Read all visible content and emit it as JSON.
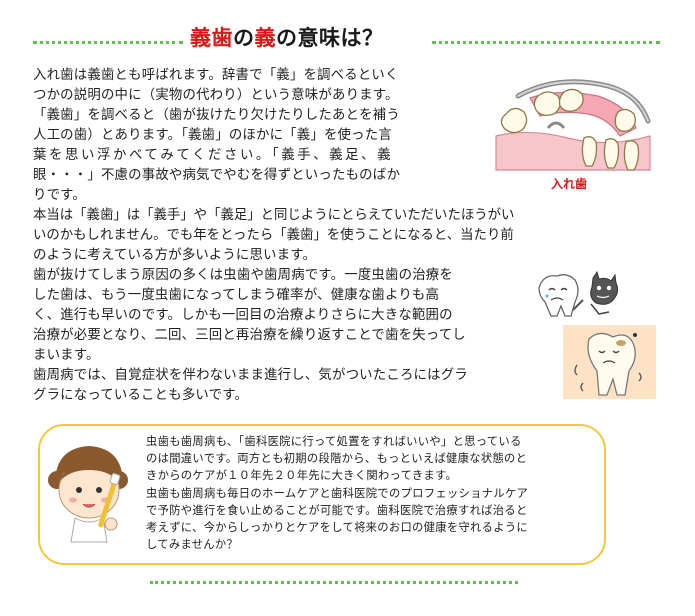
{
  "title": {
    "part1": "義歯",
    "part2": "の",
    "part3": "義",
    "part4": "の意味は？"
  },
  "main_lines": [
    "入れ歯は義歯とも呼ばれます。辞書で「義」を調べるといく",
    "つかの説明の中に（実物の代わり）という意味があります。",
    "「義歯」を調べると（歯が抜けたり欠けたりしたあとを補う",
    "人工の歯）とあります。「義歯」のほかに「義」を使った言",
    "葉を思い浮かべてみてください。「義手、義足、義",
    "眼・・・」不慮の事故や病気でやむを得ずといったものばか",
    "りです。",
    "本当は「義歯」は「義手」や「義足」と同じようにとらえていただいたほうがい",
    "いのかもしれません。でも年をとったら「義歯」を使うことになると、当たり前",
    "のように考えている方が多いように思います。",
    "歯が抜けてしまう原因の多くは虫歯や歯周病です。一度虫歯の治療を",
    "した歯は、もう一度虫歯になってしまう確率が、健康な歯よりも高",
    "く、進行も早いのです。しかも一回目の治療よりさらに大きな範囲の",
    "治療が必要となり、二回、三回と再治療を繰り返すことで歯を失ってし",
    "まいます。",
    "歯周病では、自覚症状を伴わないまま進行し、気がついたころにはグラ",
    "グラになっていることも多いです。"
  ],
  "denture_caption": "入れ歯",
  "note_lines": [
    "虫歯も歯周病も、「歯科医院に行って処置をすればいいや」と思っている",
    "のは間違いです。両方とも初期の段階から、もっといえば健康な状態のと",
    "きからのケアが１０年先２０年先に大きく関わってきます。",
    "虫歯も歯周病も毎日のホームケアと歯科医院でのプロフェッショナルケア",
    "で予防や進行を食い止めることが可能です。歯科医院で治療すれば治ると",
    "考えずに、今からしっかりとケアをして将来のお口の健康を守れるように",
    "してみませんか？"
  ],
  "colors": {
    "accent_red": "#d41a1a",
    "dotted_green": "#5cc24a",
    "box_border": "#f2c93a"
  },
  "icons": {
    "denture": "partial-denture-illustration",
    "tooth_devil": "crying-tooth-and-devil-illustration",
    "sick_tooth": "decayed-tooth-illustration",
    "child": "child-with-toothbrush-illustration"
  }
}
